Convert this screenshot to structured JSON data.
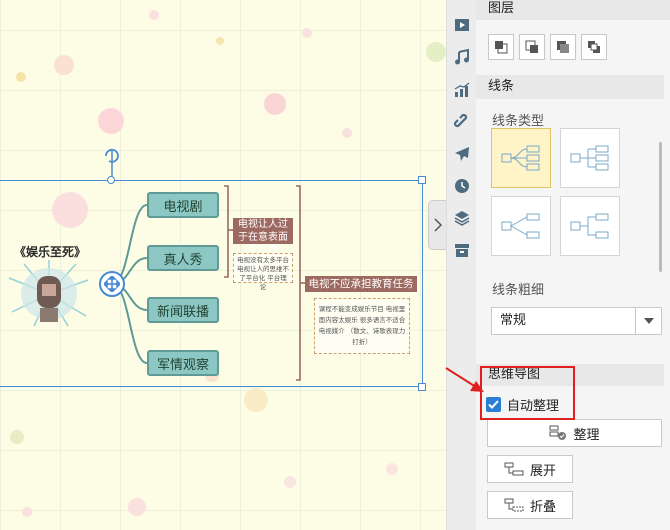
{
  "mindmap": {
    "central": "《娱乐至死》",
    "branches": [
      "电视剧",
      "真人秀",
      "新闻联播",
      "军情观察"
    ],
    "label1": "电视让人过于在意表面的东西",
    "note1": "电视没有太多平台 电视让人的思维不了平台化 平台理论",
    "label2": "电视不应承担教育任务",
    "note2": "课程不能变成娱乐节目 电视里面内容太娱乐 很多语言不适合电视媒介 （散文、诗歌表现力打折）"
  },
  "panel": {
    "layer_title": "图层",
    "line_title": "线条",
    "line_type_label": "线条类型",
    "line_weight_label": "线条粗细",
    "line_weight_value": "常规",
    "mindmap_title": "思维导图",
    "auto_arrange_label": "自动整理",
    "auto_arrange_checked": true,
    "arrange_btn": "整理",
    "expand_btn": "展开",
    "collapse_btn": "折叠"
  },
  "icons": [
    "video-icon",
    "music-icon",
    "chart-icon",
    "link-icon",
    "airplane-icon",
    "clock-icon",
    "layers-icon",
    "archive-icon"
  ],
  "colors": {
    "accent": "#2a7fd4",
    "highlight_box": "#e02020",
    "node_fill": "#8cc7c3",
    "label_fill": "#9d6a61"
  }
}
